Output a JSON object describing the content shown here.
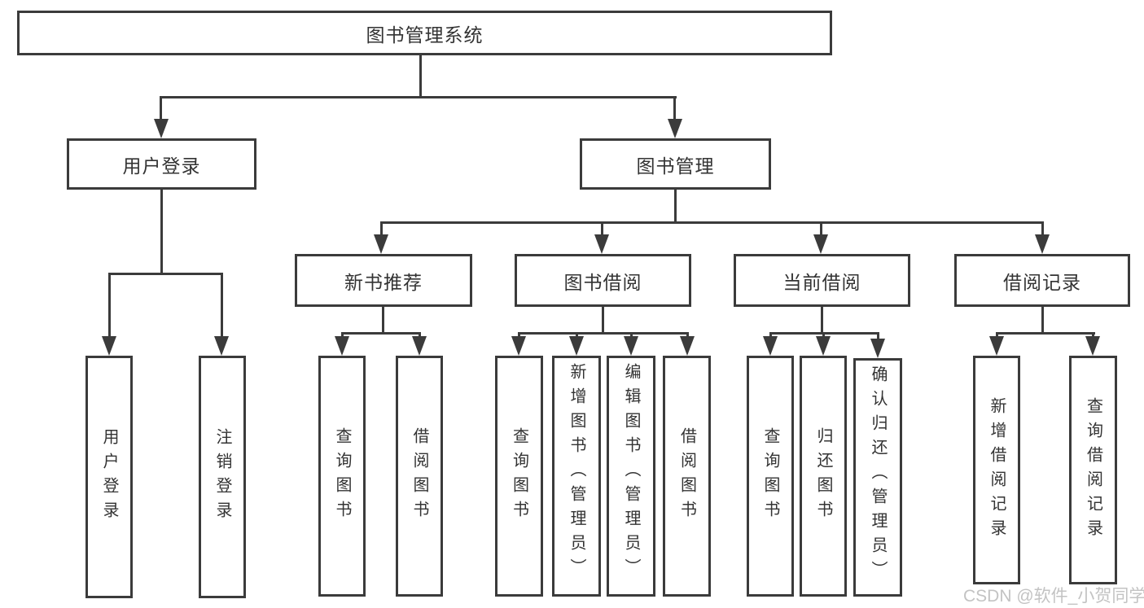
{
  "diagram": {
    "root": "图书管理系统",
    "user_login": {
      "label": "用户登录",
      "children": [
        "用户登录",
        "注销登录"
      ]
    },
    "book_mgmt": {
      "label": "图书管理",
      "groups": [
        {
          "label": "新书推荐",
          "children": [
            "查询图书",
            "借阅图书"
          ]
        },
        {
          "label": "图书借阅",
          "children": [
            "查询图书",
            "新增图书（管理员）",
            "编辑图书（管理员）",
            "借阅图书"
          ]
        },
        {
          "label": "当前借阅",
          "children": [
            "查询图书",
            "归还图书",
            "确认归还（管理员）"
          ]
        },
        {
          "label": "借阅记录",
          "children": [
            "新增借阅记录",
            "查询借阅记录"
          ]
        }
      ]
    }
  },
  "watermark": "CSDN @软件_小贺同学",
  "colors": {
    "line": "#3b3b3b",
    "box_border": "#3b3b3b",
    "text": "#333333",
    "watermark": "#c3c3c3",
    "background": "#ffffff"
  }
}
